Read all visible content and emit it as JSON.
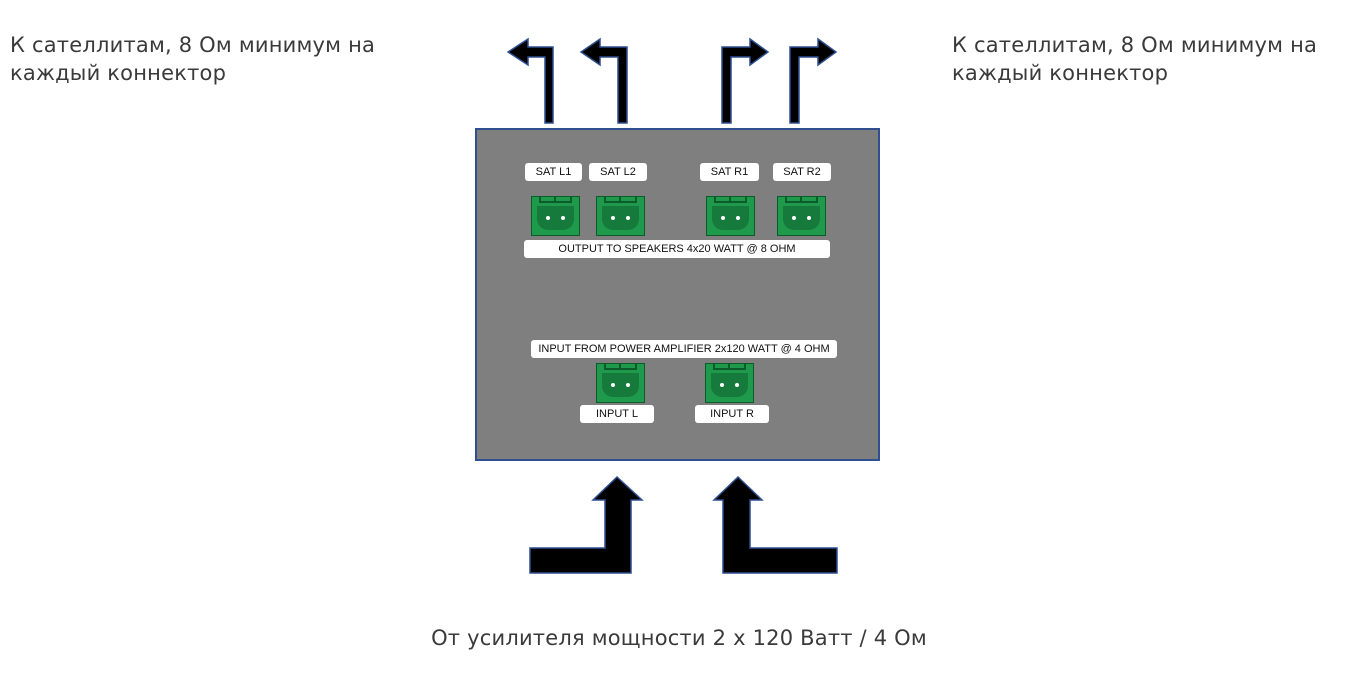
{
  "captions": {
    "top_left": "К сателлитам, 8 Ом минимум на каждый коннектор",
    "top_right": "К сателлитам, 8 Ом минимум на каждый коннектор",
    "bottom": "От усилителя мощности 2 x 120 Ватт / 4 Ом"
  },
  "panel": {
    "outputs": {
      "sat_l1": "SAT L1",
      "sat_l2": "SAT L2",
      "sat_r1": "SAT R1",
      "sat_r2": "SAT R2",
      "title": "OUTPUT TO SPEAKERS 4x20 WATT @ 8 OHM"
    },
    "inputs": {
      "title": "INPUT FROM POWER AMPLIFIER 2x120 WATT @ 4 OHM",
      "input_l": "INPUT L",
      "input_r": "INPUT R"
    }
  },
  "colors": {
    "panel_fill": "#7f7f7f",
    "panel_border": "#2f4f8f",
    "connector": "#1f9a4d",
    "arrow_fill": "#000000",
    "arrow_outline": "#2f4f8f",
    "caption_text": "#3a3a3a"
  }
}
